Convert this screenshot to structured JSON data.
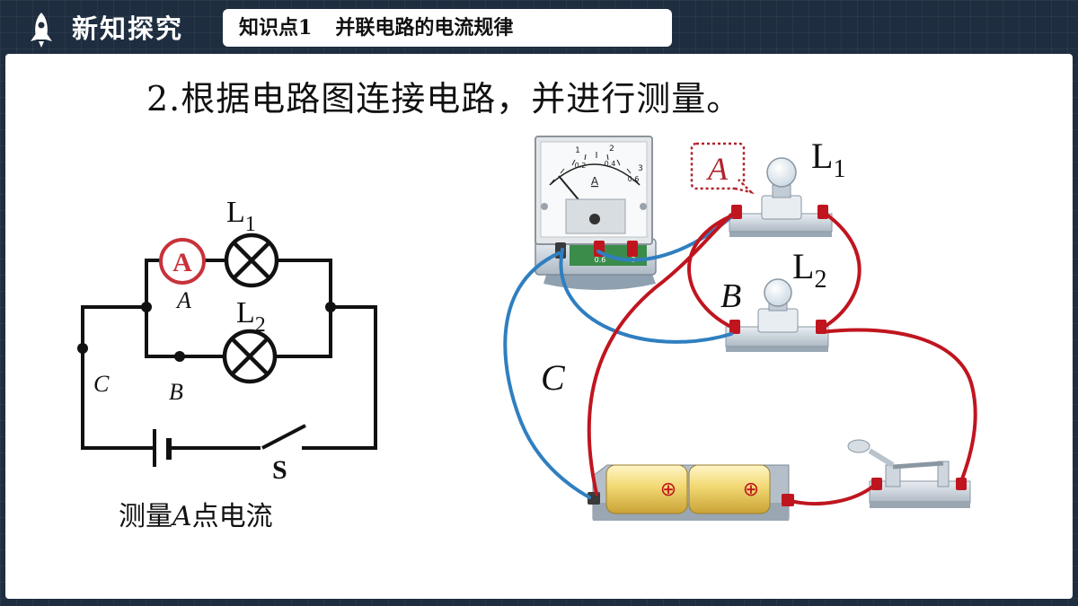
{
  "header": {
    "section_title": "新知探究",
    "topic_label": "知识点1",
    "topic_title": "并联电路的电流规律"
  },
  "instruction": "2.根据电路图连接电路，并进行测量。",
  "schematic": {
    "ammeter_symbol": "A",
    "lamp1_label": "L",
    "lamp1_sub": "1",
    "lamp2_label": "L",
    "lamp2_sub": "2",
    "point_a": "A",
    "point_b": "B",
    "point_c": "C",
    "switch_label": "S"
  },
  "caption": {
    "prefix": "测量",
    "point": "A",
    "suffix": "点电流"
  },
  "physical": {
    "meter_unit": "A",
    "scale_top": [
      "1",
      "2",
      "3"
    ],
    "scale_bottom": [
      "0.2",
      "0.4",
      "0.6"
    ],
    "terminal_labels": [
      "0.6",
      "3"
    ],
    "callout_label": "A",
    "lamp1_label": "L",
    "lamp1_sub": "1",
    "lamp2_label": "L",
    "lamp2_sub": "2",
    "point_b": "B",
    "point_c": "C",
    "battery_plus": "⊕"
  },
  "colors": {
    "red_wire": "#c0151f",
    "blue_wire": "#2f7fc0",
    "ammeter_ring": "#c8323a",
    "callout_border": "#b2222b"
  }
}
